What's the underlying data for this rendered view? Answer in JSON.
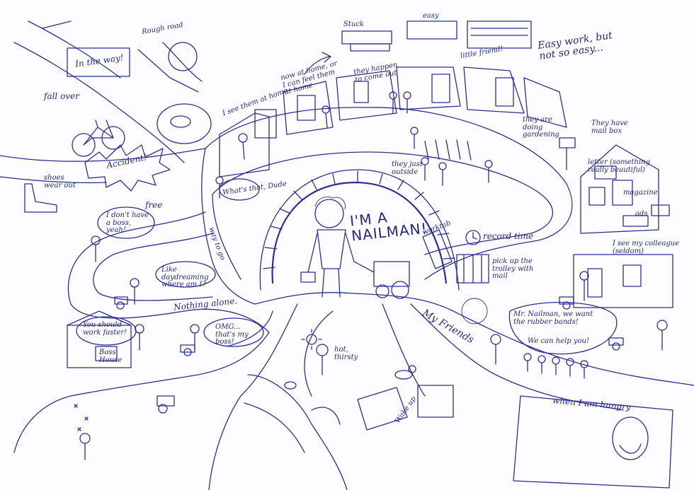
{
  "labels": {
    "in_the_way": "In the way!",
    "rough_road": "Rough road",
    "fall_over": "fall over",
    "accident": "Accident!",
    "shoes_wear_out": "shoes wear out",
    "free": "free",
    "no_boss": "I don't have a boss, yeah!",
    "like_daydreaming": "Like daydreaming where am I?",
    "nothing_alone": "Nothing alone.",
    "boss_warning": "You should work faster!",
    "boss_house": "Boss' House",
    "omg": "OMG... that's my boss!",
    "i_see_them_at_home": "I see them at home",
    "now_at_home": "now at home, or I can feel them at home",
    "they_happen_to_come_out": "they happen to come out",
    "stuck": "Stuck",
    "easy": "easy",
    "little_friend": "little friend!",
    "easy_work": "Easy work, but not so easy...",
    "they_are_doing_gardening": "they are doing gardening",
    "they_have_mailbox": "They have mail box",
    "they_just_outside": "they just outside",
    "whats_that_dude": "What's that, Dude",
    "im_a_nailman": "I'M A NAILMAN!",
    "way_to_go": "way to go",
    "worktab": "worktab",
    "record_time": "record time",
    "pick_up_trolley": "pick up the trolley with mail",
    "letter_something": "letter (something really beautiful)",
    "magazine": "magazine",
    "ads": "ads",
    "see_colleague": "I see my colleague (seldom)",
    "my_friends": "My Friends",
    "rubber_bands": "Mr. Nailman, we want the rubber bands!",
    "we_can_help": "We can help you!",
    "hot_thirsty": "hot, thirsty",
    "wake_up": "Wake up",
    "when_hungry": "when I am hungry"
  },
  "icons": {
    "postman": "postman-figure",
    "trolley": "mail-trolley",
    "mailbox": "mailbox",
    "clock": "clock",
    "bicycle": "bicycle",
    "sun": "sun",
    "cat": "cat"
  },
  "colors": {
    "ink": "#2b2f8f",
    "paper": "#fdfdff"
  }
}
